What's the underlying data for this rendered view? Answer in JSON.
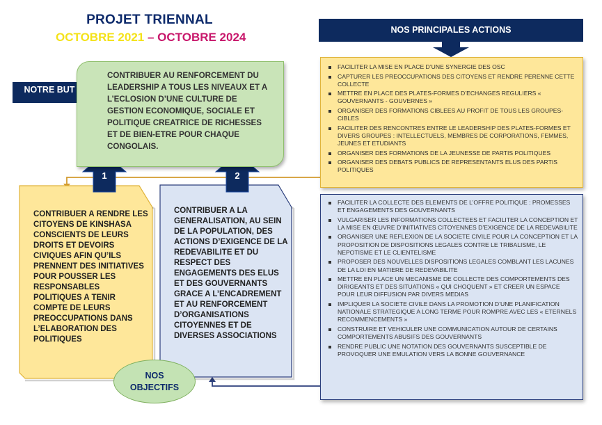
{
  "title": {
    "line1": "PROJET TRIENNAL",
    "start": "OCTOBRE 2021",
    "separator": " – ",
    "end": "OCTOBRE 2024"
  },
  "goal": {
    "label": "NOTRE BUT",
    "text": "CONTRIBUER AU RENFORCEMENT DU LEADERSHIP A TOUS LES NIVEAUX ET A L’ECLOSION D’UNE CULTURE DE GESTION ECONOMIQUE, SOCIALE ET POLITIQUE CREATRICE DE RICHESSES ET DE BIEN-ETRE POUR CHAQUE CONGOLAIS."
  },
  "actions_label": "NOS PRINCIPALES ACTIONS",
  "objectives_label_line1": "NOS",
  "objectives_label_line2": "OBJECTIFS",
  "objectives": [
    {
      "number": "1",
      "text": "CONTRIBUER A RENDRE LES CITOYENS DE KINSHASA CONSCIENTS DE LEURS DROITS ET DEVOIRS CIVIQUES AFIN QU’ILS PRENNENT DES INITIATIVES POUR POUSSER LES RESPONSABLES POLITIQUES A TENIR COMPTE DE LEURS PREOCCUPATIONS DANS L’ELABORATION DES POLITIQUES"
    },
    {
      "number": "2",
      "text": "CONTRIBUER A LA GENERALISATION, AU SEIN DE LA POPULATION, DES ACTIONS D’EXIGENCE DE LA REDEVABILITE ET DU RESPECT DES ENGAGEMENTS DES ELUS ET DES GOUVERNANTS GRACE A L’ENCADREMENT ET AU RENFORCEMENT D’ORGANISATIONS CITOYENNES ET DE DIVERSES ASSOCIATIONS"
    }
  ],
  "actions_group1": [
    "FACILITER LA MISE EN PLACE D’UNE SYNERGIE DES OSC",
    "CAPTURER LES PREOCCUPATIONS DES CITOYENS ET RENDRE PERENNE CETTE COLLECTE",
    "METTRE EN PLACE DES PLATES-FORMES D’ECHANGES REGULIERS « GOUVERNANTS - GOUVERNES »",
    "ORGANISER DES FORMATIONS CIBLEES AU PROFIT DE TOUS LES GROUPES-CIBLES",
    "FACILITER DES RENCONTRES ENTRE LE LEADERSHIP DES PLATES-FORMES ET DIVERS GROUPES : INTELLECTUELS, MEMBRES DE CORPORATIONS, FEMMES, JEUNES ET ETUDIANTS",
    "ORGANISER DES FORMATIONS DE LA JEUNESSE DE PARTIS POLITIQUES",
    "ORGANISER DES DEBATS PUBLICS DE REPRESENTANTS ELUS DES PARTIS POLITIQUES"
  ],
  "actions_group2": [
    "FACILITER LA COLLECTE DES ELEMENTS DE L’OFFRE POLITIQUE : PROMESSES ET ENGAGEMENTS DES GOUVERNANTS",
    "VULGARISER LES INFORMATIONS COLLECTEES ET FACILITER LA CONCEPTION ET LA MISE EN ŒUVRE D’INITIATIVES CITOYENNES D’EXIGENCE DE LA REDEVABILITE",
    "ORGANISER UNE REFLEXION DE LA SOCIETE CIVILE POUR LA CONCEPTION ET LA PROPOSITION DE DISPOSITIONS LEGALES CONTRE LE TRIBALISME, LE NEPOTISME ET LE CLIENTELISME",
    "PROPOSER DES NOUVELLES DISPOSITIONS LEGALES COMBLANT LES LACUNES DE LA LOI EN MATIERE DE REDEVABILITE",
    "METTRE EN PLACE UN MECANISME DE COLLECTE DES COMPORTEMENTS DES DIRIGEANTS ET DES SITUATIONS « QUI CHOQUENT » ET CREER UN ESPACE POUR LEUR DIFFUSION PAR DIVERS MEDIAS",
    "IMPLIQUER LA SOCIETE CIVILE DANS LA PROMOTION D’UNE PLANIFICATION NATIONALE STRATEGIQUE A LONG TERME POUR ROMPRE AVEC LES « ETERNELS RECOMMENCEMENTS »",
    "CONSTRUIRE ET VEHICULER UNE COMMUNICATION AUTOUR DE CERTAINS COMPORTEMENTS ABUSIFS DES GOUVERNANTS",
    "RENDRE PUBLIC UNE NOTATION DES GOUVERNANTS SUSCEPTIBLE DE PROVOQUER UNE EMULATION VERS LA BONNE GOUVERNANCE"
  ],
  "colors": {
    "navy": "#0d2a5e",
    "goal_green": "#c9e4b8",
    "objective1_yellow": "#fee79a",
    "objective2_blue": "#dbe4f3",
    "connector_orange": "#d39b2f",
    "connector_blue": "#2c3f7c"
  }
}
